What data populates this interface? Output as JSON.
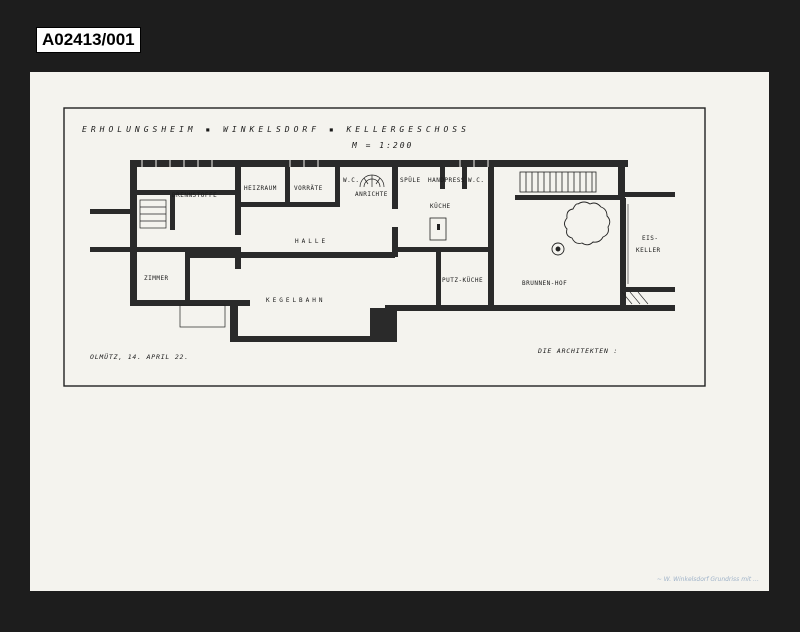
{
  "archive_id": "A02413/001",
  "drawing": {
    "title": "ERHOLUNGSHEIM ▪ WINKELSDORF ▪ KELLERGESCHOSS",
    "scale": "M = 1:200",
    "place_date": "OLMÜTZ, 14. APRIL 22.",
    "signature": "DIE ARCHITEKTEN :",
    "rooms": {
      "brennstoffe": "BRENNSTOFFE",
      "heizraum": "HEIZRAUM",
      "vorraete": "VORRÄTE",
      "wc_left": "W.C.",
      "anrichte": "ANRICHTE",
      "spuele": "SPÜLE",
      "handpress": "HANDPRESS",
      "wc_right": "W.C.",
      "kueche": "KÜCHE",
      "halle": "HALLE",
      "zimmer": "ZIMMER",
      "kegelbahn": "KEGELBAHN",
      "putzkueche": "PUTZ-KÜCHE",
      "brunnenhof": "BRUNNEN-HOF",
      "eis": "EIS-",
      "keller": "KELLER"
    }
  },
  "pencil_note": "~ W. Winkelsdorf Grundriss mit …"
}
